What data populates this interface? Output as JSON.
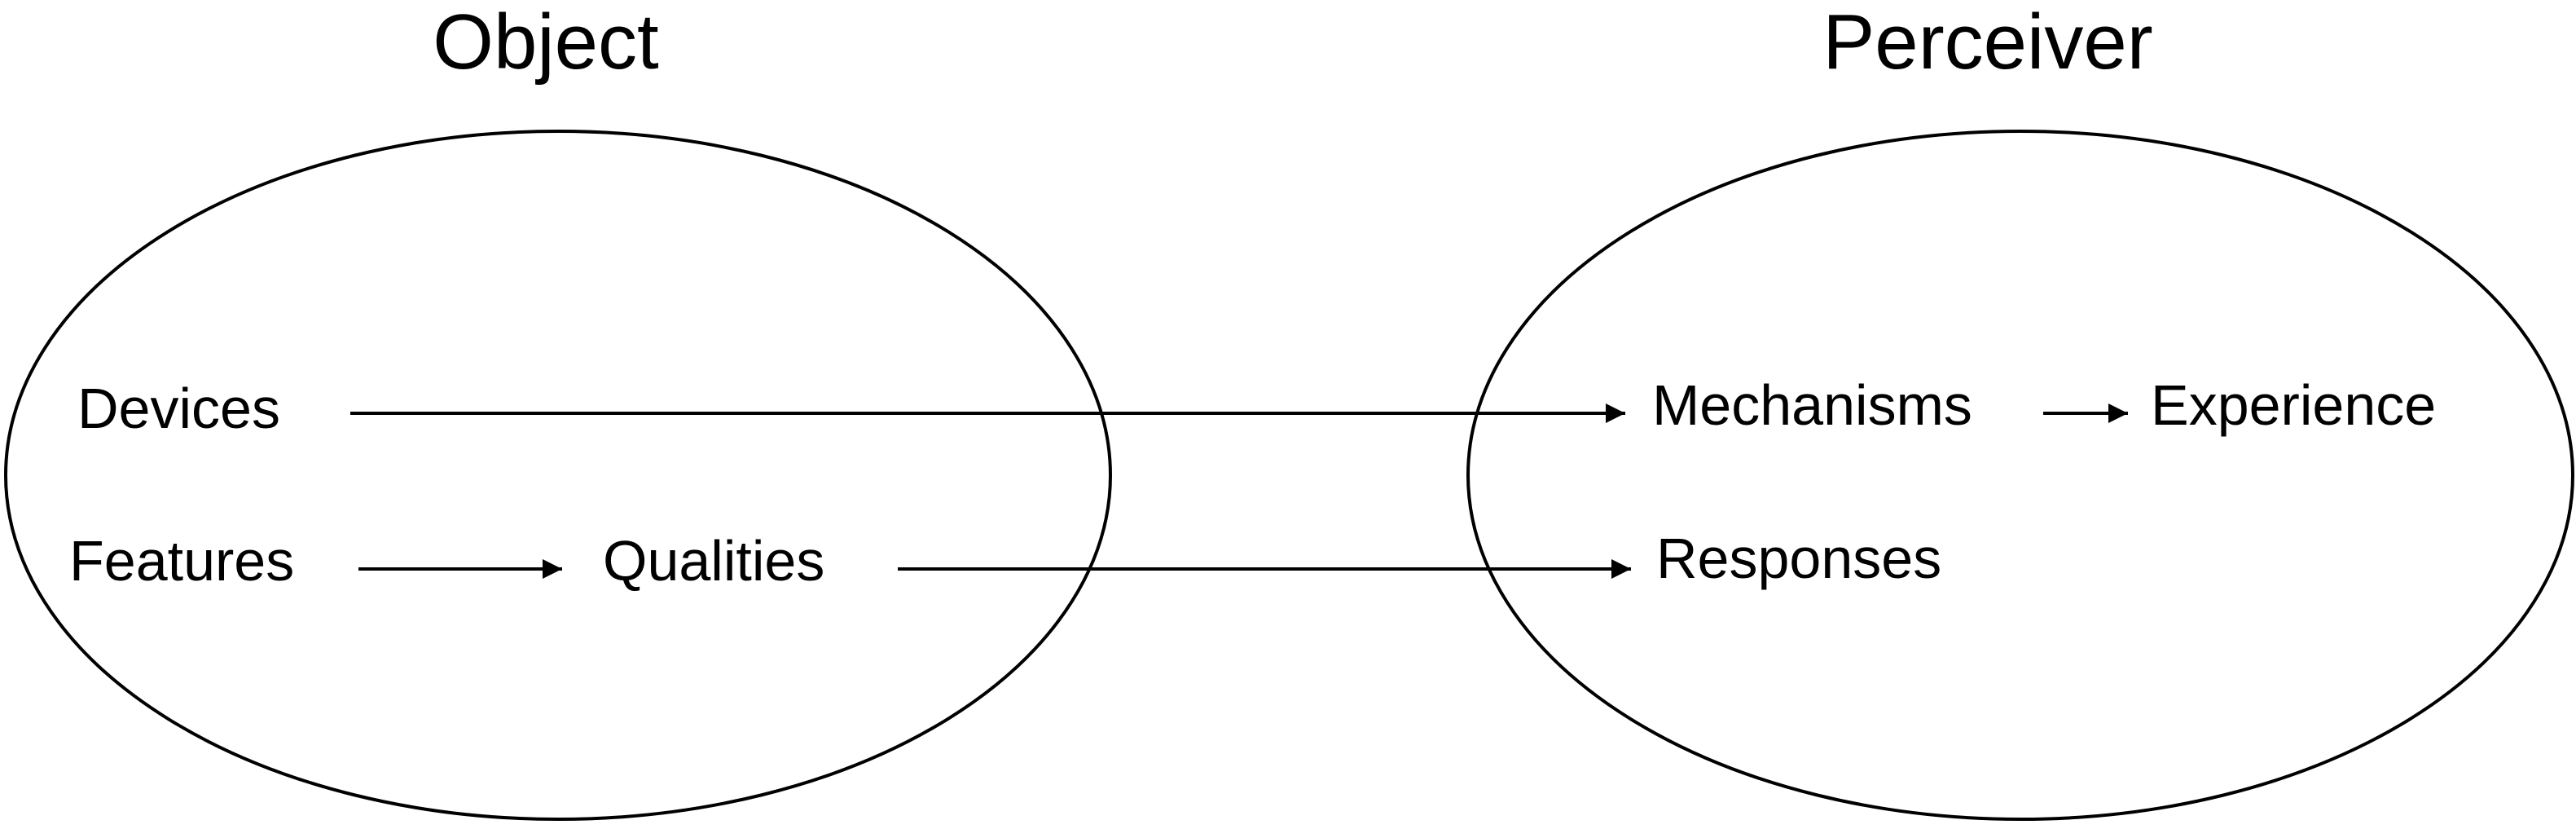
{
  "headings": {
    "object": "Object",
    "perceiver": "Perceiver"
  },
  "nodes": {
    "devices": "Devices",
    "features": "Features",
    "qualities": "Qualities",
    "mechanisms": "Mechanisms",
    "experience": "Experience",
    "responses": "Responses"
  },
  "colors": {
    "stroke": "#000000",
    "background": "#ffffff"
  }
}
